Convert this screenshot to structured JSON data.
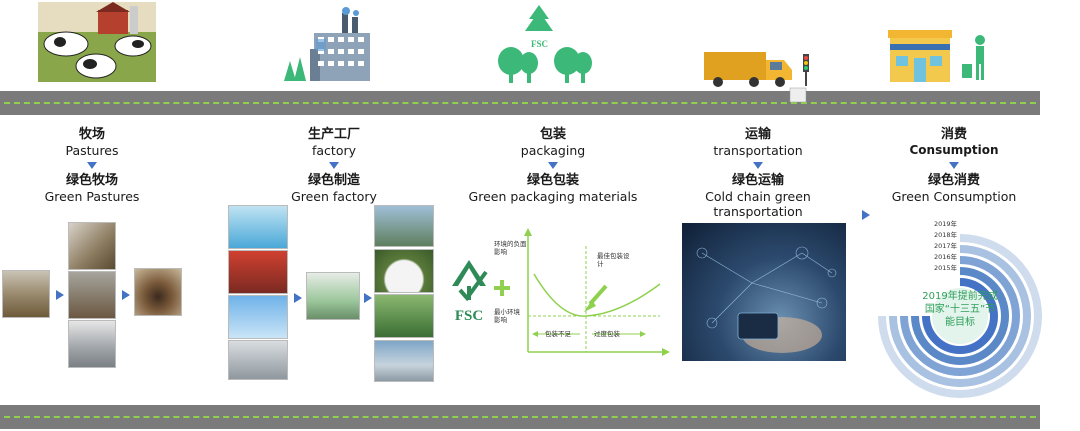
{
  "stages": [
    {
      "zh": "牧场",
      "en": "Pastures",
      "zh2": "绿色牧场",
      "en2": "Green Pastures"
    },
    {
      "zh": "生产工厂",
      "en": "factory",
      "zh2": "绿色制造",
      "en2": "Green factory"
    },
    {
      "zh": "包装",
      "en": "packaging",
      "zh2": "绿色包装",
      "en2": "Green packaging materials"
    },
    {
      "zh": "运输",
      "en": "transportation",
      "zh2": "绿色运输",
      "en2": "Cold chain green transportation"
    },
    {
      "zh": "消费",
      "en": "Consumption",
      "zh2": "绿色消费",
      "en2": "Green Consumption"
    }
  ],
  "fsc": {
    "label": "FSC"
  },
  "packaging_chart": {
    "y_top_label": "环境的负面影响",
    "y_min_label": "最小环境影响",
    "optimal_label": "最佳包装设计",
    "under_label": "包装不足",
    "over_label": "过度包装"
  },
  "consumption_rings": {
    "years": [
      "2019年",
      "2018年",
      "2017年",
      "2016年",
      "2015年"
    ],
    "center_text": "2019年提前完成国家“十三五”节能目标"
  },
  "colors": {
    "road": "#7b7b7b",
    "dash": "#8fd14f",
    "arrow": "#4472c4",
    "fsc_green": "#2e8b57",
    "ring_outer": "#b8cce4",
    "ring_inner": "#4472c4"
  }
}
